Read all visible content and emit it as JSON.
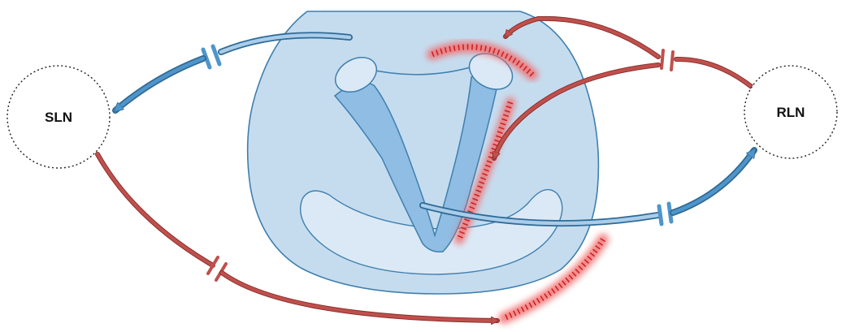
{
  "nodes": {
    "left": {
      "label": "SLN"
    },
    "right": {
      "label": "RLN"
    }
  },
  "colors": {
    "excitatory_red": "#c0504d",
    "inhibitory_blue": "#4f95c9",
    "larynx_fill": "#c5dcef",
    "larynx_stroke": "#3f7fae",
    "lesion_glow": "#f26b6b",
    "lesion_mark": "#c91f1f"
  },
  "icons": [
    "dotted-circle-node",
    "arrow-head",
    "t-bar-inhibition",
    "lesion-hatch-mark"
  ]
}
